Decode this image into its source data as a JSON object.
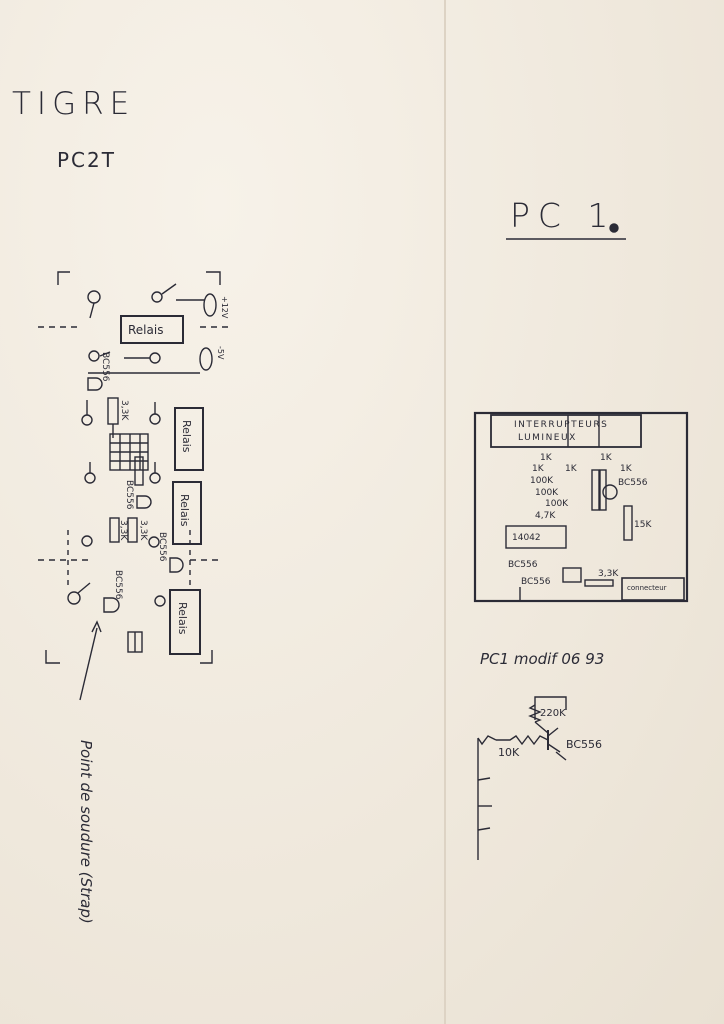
{
  "sheet": {
    "title": "TIGRE",
    "subtitle": "PC2T",
    "pc1_title": "PC 1",
    "modif_note": "PC1 modif 06 93",
    "colors": {
      "paper": "#f3ede3",
      "ink": "#2b2b36"
    }
  },
  "pc2t": {
    "relay_labels": [
      "Relais",
      "Relais",
      "Relais",
      "Relais"
    ],
    "resistor_labels": [
      "3,3K",
      "3,3K",
      "3,3K"
    ],
    "transistor_labels": [
      "BC556",
      "BC556",
      "BC556",
      "BC556"
    ],
    "side_notes": [
      "+12V",
      "-5V"
    ],
    "annotation": "Point de soudure (Strap)"
  },
  "pc1": {
    "header": [
      "INTERRUPTEURS",
      "LUMINEUX"
    ],
    "components": [
      "1K",
      "1K",
      "1K",
      "1K",
      "1K",
      "100K",
      "100K",
      "100K",
      "BC556",
      "15K",
      "4,7K",
      "14042",
      "BC556",
      "BC556",
      "3,3K",
      "connecteur"
    ],
    "connector_label": "connecteur"
  },
  "modif": {
    "resistor_top": "220K",
    "resistor_left": "10K",
    "transistor": "BC556"
  }
}
